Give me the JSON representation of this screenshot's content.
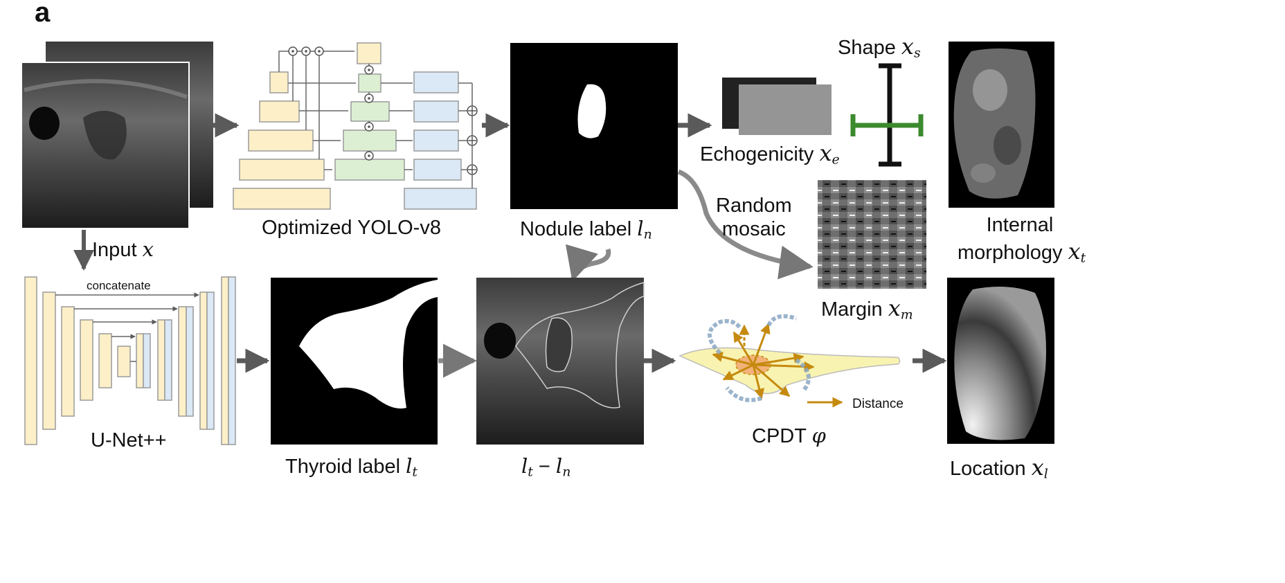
{
  "panel": {
    "letter": "a"
  },
  "labels": {
    "input": "Input",
    "input_var": "x",
    "yolo": "Optimized YOLO-v8",
    "nodule": "Nodule label",
    "nodule_var": "l",
    "nodule_sub": "n",
    "thyroid": "Thyroid label",
    "thyroid_var": "l",
    "thyroid_sub": "t",
    "diff_a": "l",
    "diff_a_sub": "t",
    "diff_op": " − ",
    "diff_b": "l",
    "diff_b_sub": "n",
    "unet": "U-Net++",
    "concatenate": "concatenate",
    "cpdt": "CPDT",
    "cpdt_var": "φ",
    "distance": "Distance",
    "echogenicity": "Echogenicity",
    "echo_var": "x",
    "echo_sub": "e",
    "shape": "Shape",
    "shape_var": "x",
    "shape_sub": "s",
    "random_mosaic_1": "Random",
    "random_mosaic_2": "mosaic",
    "margin": "Margin",
    "margin_var": "x",
    "margin_sub": "m",
    "internal_1": "Internal",
    "internal_2": "morphology",
    "internal_var": "x",
    "internal_sub": "t",
    "location": "Location",
    "location_var": "x",
    "location_sub": "l"
  },
  "colors": {
    "yellow_block": "#fdefc7",
    "green_block": "#dcefd3",
    "blue_block": "#dbe8f5",
    "arrow_gray": "#5a5a5a",
    "shape_green": "#3c8a2e",
    "cpdt_arrow": "#c58a0e",
    "thyroid_fill": "#f8f3b0"
  }
}
